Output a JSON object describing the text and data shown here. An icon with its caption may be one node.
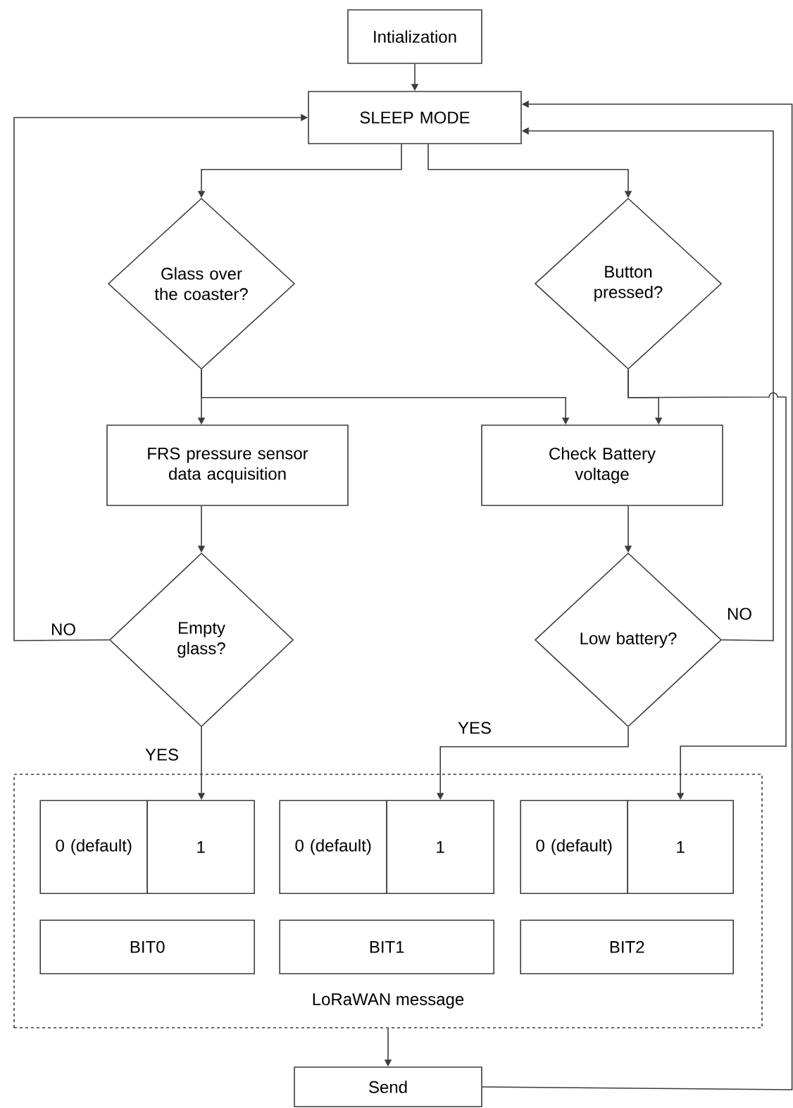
{
  "diagram": {
    "nodes": [
      {
        "text": [
          "Intialization"
        ]
      },
      {
        "text": [
          "SLEEP MODE"
        ]
      },
      {
        "text": [
          "Glass over the coaster?"
        ]
      },
      {
        "text": [
          "Button pressed?"
        ]
      },
      {
        "text": [
          "FRS pressure sensor data acquisition"
        ]
      },
      {
        "text": [
          "Check Battery voltage"
        ]
      },
      {
        "text": [
          "Empty glass?"
        ]
      },
      {
        "text": [
          "Low battery?"
        ]
      },
      {
        "text": [
          "LoRaWAN message"
        ]
      },
      {
        "text": [
          "0 (default)"
        ],
        "in": 8
      },
      {
        "text": [
          "1"
        ],
        "in": 8
      },
      {
        "text": [
          "0 (default)"
        ],
        "in": 8
      },
      {
        "text": [
          "1"
        ],
        "in": 8
      },
      {
        "text": [
          "0 (default)"
        ],
        "in": 8
      },
      {
        "text": [
          "1"
        ],
        "in": 8
      },
      {
        "text": [
          "BIT0"
        ],
        "in": 8
      },
      {
        "text": [
          "BIT1"
        ],
        "in": 8
      },
      {
        "text": [
          "BIT2"
        ],
        "in": 8
      },
      {
        "text": [
          "Send"
        ]
      }
    ],
    "edges": [
      {
        "from": 0,
        "to": 1,
        "arrow": "to"
      },
      {
        "from": 1,
        "to": 2,
        "arrow": "to"
      },
      {
        "from": 1,
        "to": 3,
        "arrow": "to"
      },
      {
        "from": 2,
        "to": 4,
        "arrow": "to"
      },
      {
        "from": 2,
        "to": 5,
        "arrow": "to"
      },
      {
        "from": 3,
        "to": 5,
        "arrow": "to"
      },
      {
        "from": 3,
        "to": 14,
        "arrow": "to"
      },
      {
        "from": 4,
        "to": 6,
        "arrow": "to"
      },
      {
        "from": 5,
        "to": 7,
        "arrow": "to"
      },
      {
        "from": 6,
        "to": 1,
        "arrow": "to",
        "label": "NO"
      },
      {
        "from": 6,
        "to": 10,
        "arrow": "to",
        "label": "YES"
      },
      {
        "from": 7,
        "to": 1,
        "arrow": "to",
        "label": "NO"
      },
      {
        "from": 7,
        "to": 12,
        "arrow": "to",
        "label": "YES"
      },
      {
        "from": 8,
        "to": 18,
        "arrow": "to"
      },
      {
        "from": 18,
        "to": 1,
        "arrow": "to"
      }
    ]
  }
}
